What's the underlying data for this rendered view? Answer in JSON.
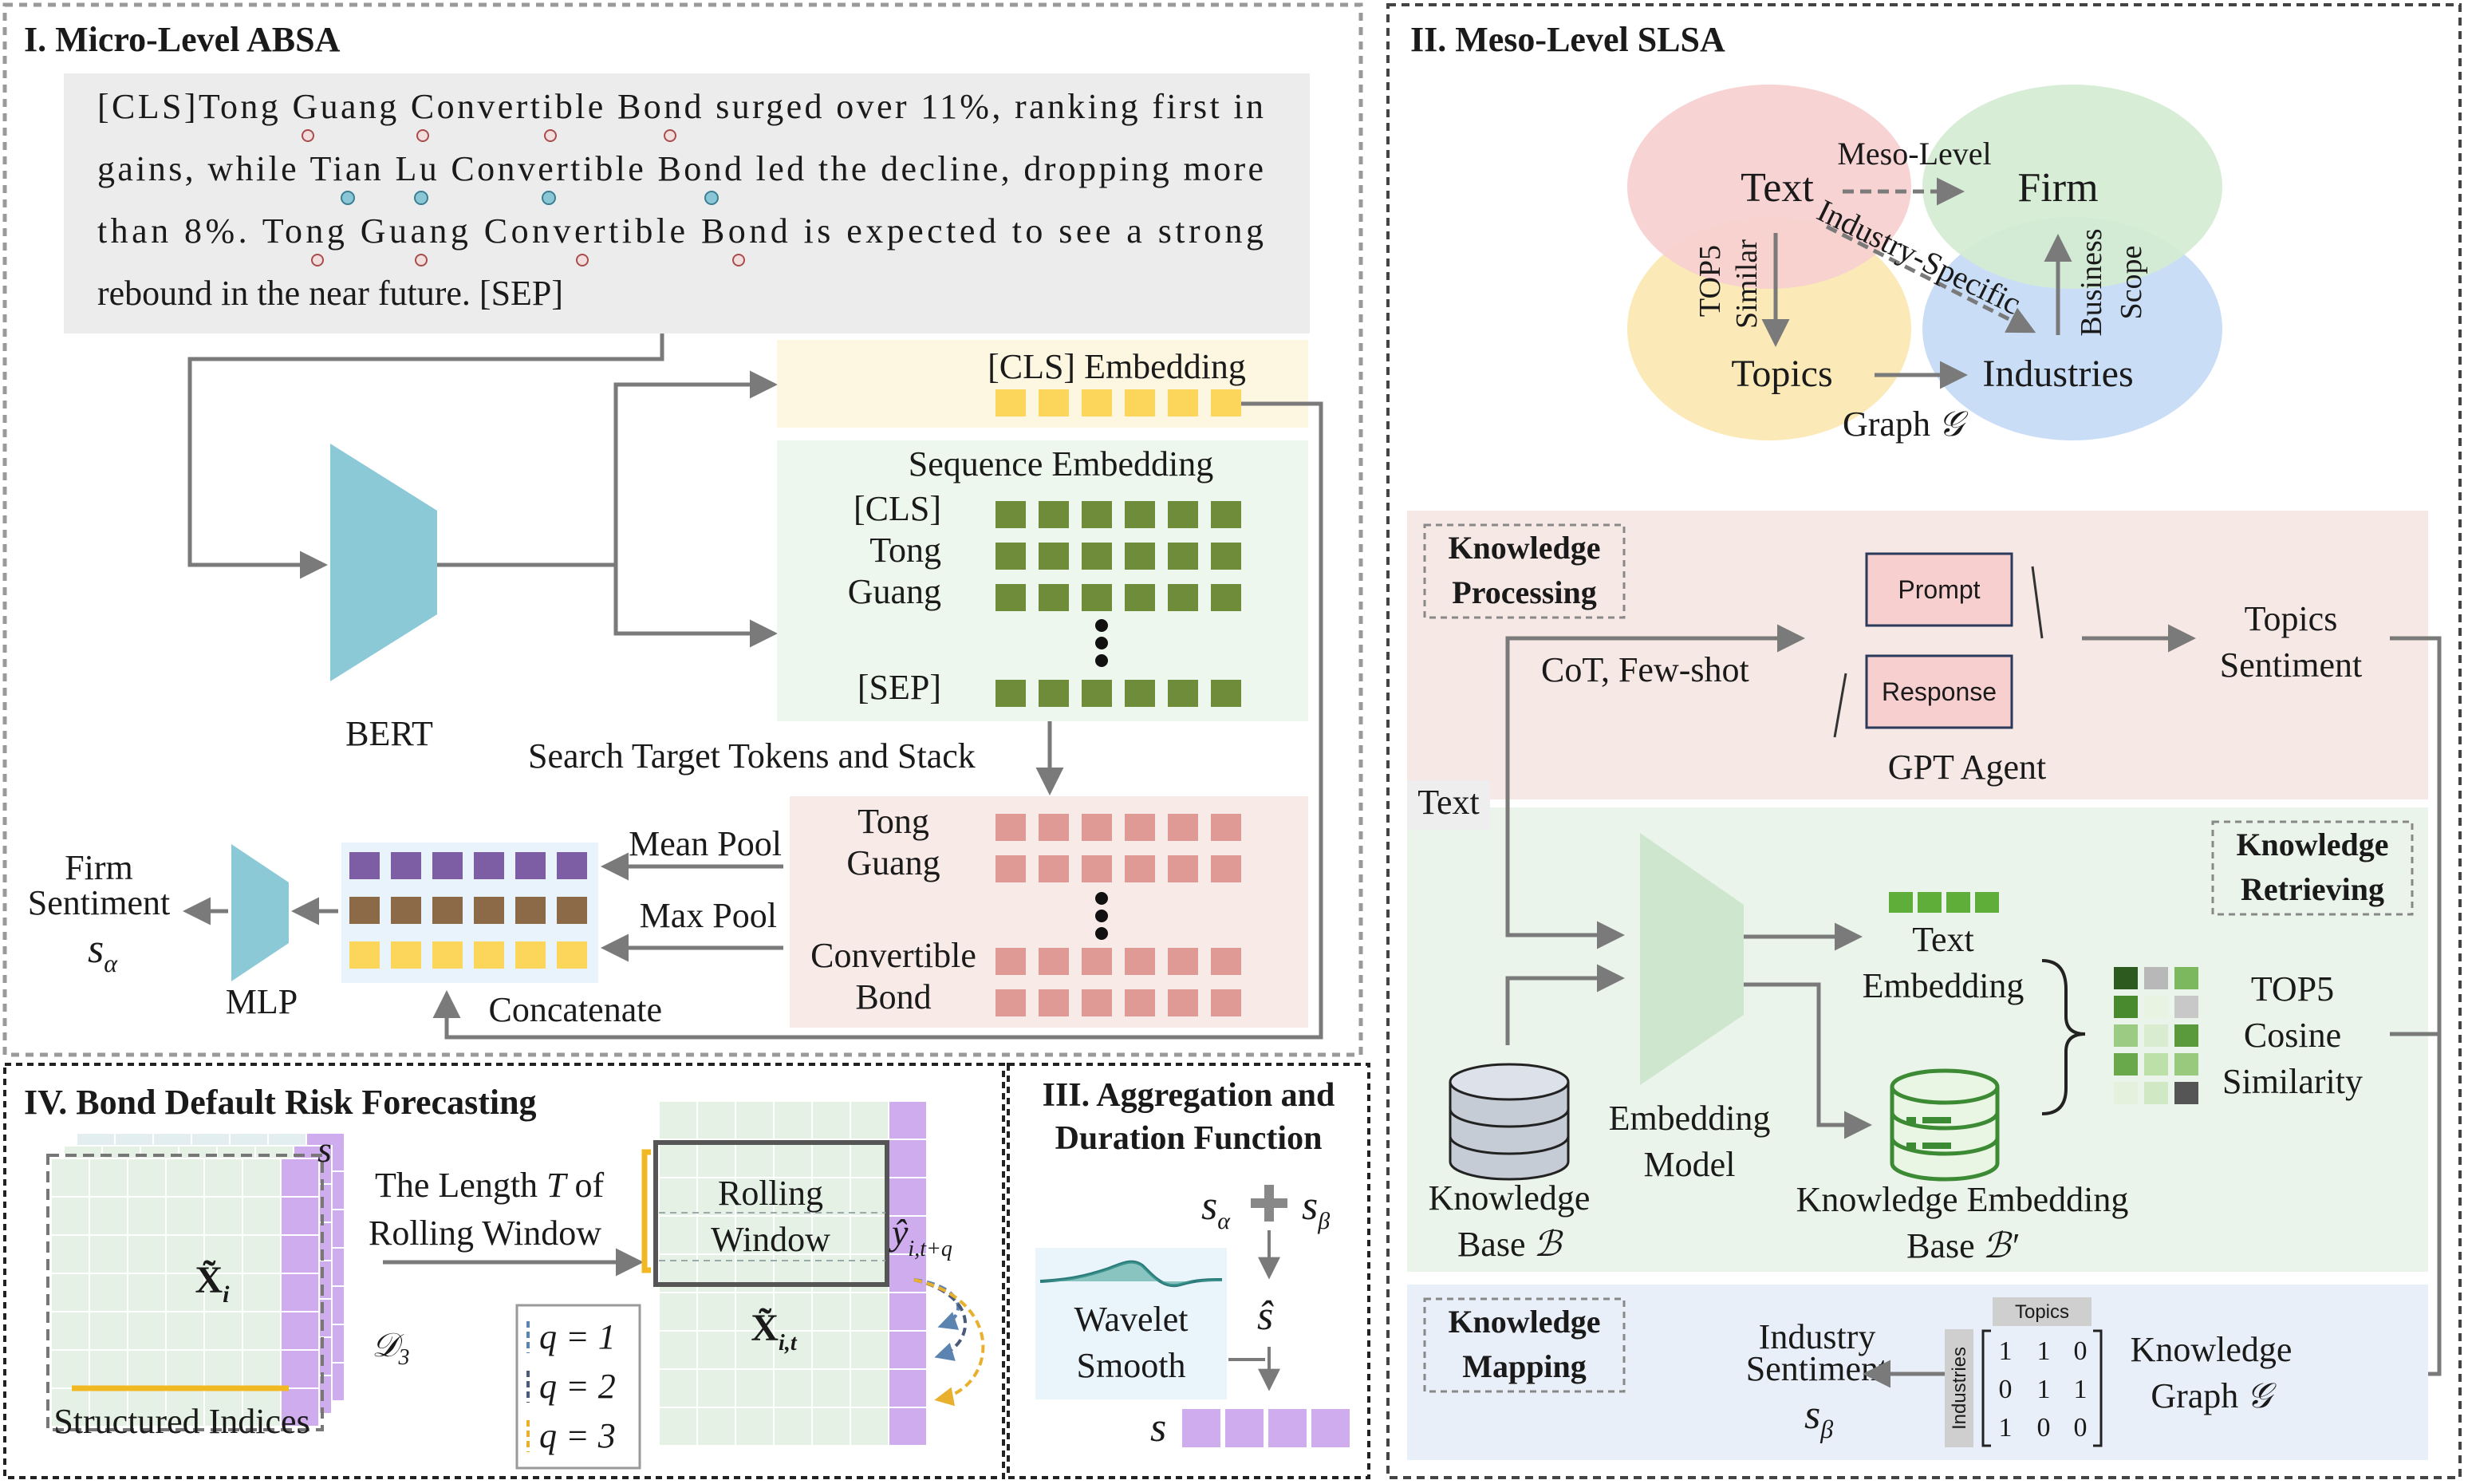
{
  "panels": {
    "micro": {
      "title": "I. Micro-Level ABSA",
      "sentence_lines": [
        "[CLS]Tong Guang Convertible Bond surged over 11%, ranking first in",
        "gains, while Tian Lu Convertible Bond led the decline, dropping more",
        "than 8%. Tong Guang Convertible Bond is expected to see a strong",
        "rebound in the near future. [SEP]"
      ],
      "bert_label": "BERT",
      "cls_embedding_label": "[CLS] Embedding",
      "sequence_embedding_label": "Sequence Embedding",
      "sequence_tokens": [
        "[CLS]",
        "Tong",
        "Guang",
        "[SEP]"
      ],
      "search_label": "Search Target Tokens and Stack",
      "target_tokens": [
        "Tong",
        "Guang",
        "Convertible",
        "Bond"
      ],
      "mean_pool_label": "Mean Pool",
      "max_pool_label": "Max Pool",
      "concatenate_label": "Concatenate",
      "mlp_label": "MLP",
      "firm_sentiment_lines": [
        "Firm",
        "Sentiment"
      ],
      "s_alpha": "s",
      "alpha_sub": "α"
    },
    "meso": {
      "title": "II. Meso-Level SLSA",
      "venn": {
        "text": "Text",
        "firm": "Firm",
        "topics": "Topics",
        "industries": "Industries",
        "meso_level": "Meso-Level",
        "industry_specific": "Industry-Specific",
        "top5_similar": [
          "TOP5",
          "Similar"
        ],
        "business_scope": [
          "Business",
          "Scope"
        ],
        "graph_label": "Graph",
        "graph_symbol": "𝒢"
      },
      "knowledge_processing": [
        "Knowledge",
        "Processing"
      ],
      "cot_label": "CoT, Few-shot",
      "prompt_label": "Prompt",
      "response_label": "Response",
      "gpt_agent_label": "GPT Agent",
      "topics_sentiment": [
        "Topics",
        "Sentiment"
      ],
      "text_input_label": "Text",
      "knowledge_retrieving": [
        "Knowledge",
        "Retrieving"
      ],
      "text_embedding": [
        "Text",
        "Embedding"
      ],
      "embedding_model": [
        "Embedding",
        "Model"
      ],
      "knowledge_base": [
        "Knowledge",
        "Base"
      ],
      "kb_symbol": "ℬ",
      "knowledge_embedding_base": [
        "Knowledge Embedding",
        "Base"
      ],
      "keb_symbol": "ℬ′",
      "top5_cosine": [
        "TOP5",
        "Cosine",
        "Similarity"
      ],
      "knowledge_mapping": [
        "Knowledge",
        "Mapping"
      ],
      "industry_sentiment": [
        "Industry",
        "Sentiment"
      ],
      "s_beta": "s",
      "beta_sub": "β",
      "matrix_topics_label": "Topics",
      "matrix_industries_label": "Industries",
      "matrix_rows": [
        [
          "1",
          "1",
          "0"
        ],
        [
          "0",
          "1",
          "1"
        ],
        [
          "1",
          "0",
          "0"
        ]
      ],
      "knowledge_graph": [
        "Knowledge",
        "Graph"
      ],
      "kg_symbol": "𝒢"
    },
    "aggregation": {
      "title_lines": [
        "III. Aggregation and",
        "Duration Function"
      ],
      "s_alpha": "s",
      "alpha_sub": "α",
      "s_beta": "s",
      "beta_sub": "β",
      "s_hat": "ŝ",
      "wavelet": [
        "Wavelet",
        "Smooth"
      ],
      "s_out": "s"
    },
    "forecast": {
      "title": "IV. Bond Default Risk Forecasting",
      "s_label": "s",
      "x_i": "X̃",
      "x_i_sub": "i",
      "d3": "𝒟",
      "d3_sub": "3",
      "structured_indices": "Structured Indices",
      "window_text_1a": "The Length ",
      "window_text_1b": "T",
      "window_text_1c": " of",
      "window_text_2": "Rolling Window",
      "rolling_window": [
        "Rolling",
        "Window"
      ],
      "x_it": "X̃",
      "x_it_sub": "i,t",
      "y_hat": "ŷ",
      "y_hat_sub": "i,t+q",
      "q_items": [
        "q = 1",
        "q = 2",
        "q = 3"
      ]
    }
  },
  "colors": {
    "cls_row": "#fcd55b",
    "sequence_cell": "#6e8c3a",
    "target_cell": "#e09a96",
    "pool_purple": "#7d5ea5",
    "pool_brown": "#8c6a48",
    "pool_yellow": "#fcd55b",
    "bert": "#8cc9d6",
    "lavender": "#cfacee",
    "venn_red": "#f7cfcf",
    "venn_green": "#d4ebd1",
    "venn_yellow": "#fbe9b4",
    "venn_blue": "#c6dcf6"
  }
}
